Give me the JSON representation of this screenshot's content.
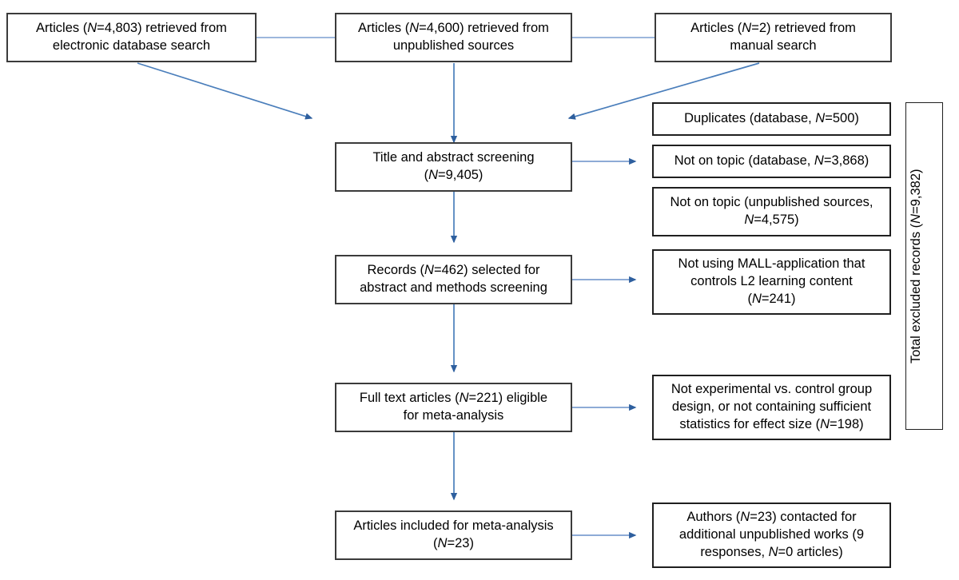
{
  "diagram": {
    "title": "PRISMA study selection flow diagram",
    "colors": {
      "box_border": "#3b3b3b",
      "side_box_border": "#1f1f1f",
      "connector": "#4a7ebb",
      "arrowhead": "#2e5f9e",
      "text": "#000000",
      "background": "#ffffff"
    },
    "nodes": {
      "source_database": {
        "line1_a": "Articles (",
        "line1_n": "N",
        "line1_b": "=4,803) retrieved from",
        "line2": "electronic database search"
      },
      "source_unpublished": {
        "line1_a": "Articles (",
        "line1_n": "N",
        "line1_b": "=4,600) retrieved from",
        "line2": "unpublished sources"
      },
      "source_manual": {
        "line1_a": "Articles (",
        "line1_n": "N",
        "line1_b": "=2) retrieved from",
        "line2": "manual search"
      },
      "screening_title_abstract": {
        "line1": "Title and abstract screening",
        "line2_a": "(",
        "line2_n": "N",
        "line2_b": "=9,405)"
      },
      "records_selected": {
        "line1_a": "Records (",
        "line1_n": "N",
        "line1_b": "=462) selected for",
        "line2": "abstract and methods screening"
      },
      "full_text_eligible": {
        "line1_a": "Full text articles (",
        "line1_n": "N",
        "line1_b": "=221) eligible",
        "line2": "for meta-analysis"
      },
      "included_final": {
        "line1": "Articles included for meta-analysis",
        "line2_a": "(",
        "line2_n": "N",
        "line2_b": "=23)"
      },
      "excl_duplicates": {
        "line1_a": "Duplicates (database, ",
        "line1_n": "N",
        "line1_b": "=500)"
      },
      "excl_not_on_topic_db": {
        "line1_a": "Not on topic (database, ",
        "line1_n": "N",
        "line1_b": "=3,868)"
      },
      "excl_not_on_topic_unpub": {
        "line1": "Not on topic (unpublished sources,",
        "line2_n": "N",
        "line2_b": "=4,575)"
      },
      "excl_not_mall": {
        "line1": "Not using MALL-application that",
        "line2": "controls L2 learning content",
        "line3_a": "(",
        "line3_n": "N",
        "line3_b": "=241)"
      },
      "excl_design_stats": {
        "line1": "Not experimental vs. control group",
        "line2": "design, or not containing sufficient",
        "line3_a": "statistics for effect size (",
        "line3_n": "N",
        "line3_b": "=198)"
      },
      "authors_contacted": {
        "line1_a": "Authors (",
        "line1_n": "N",
        "line1_b": "=23) contacted for",
        "line2": "additional unpublished works (9",
        "line3_a": "responses, ",
        "line3_n": "N",
        "line3_b": "=0 articles)"
      },
      "total_excluded": {
        "line1_a": "Total excluded records (",
        "line1_n": "N",
        "line1_b": "=9,382)"
      }
    },
    "flow_counts": {
      "database_search": 4803,
      "unpublished_sources": 4600,
      "manual_search": 2,
      "title_abstract_screened": 9405,
      "duplicates_database": 500,
      "not_on_topic_database": 3868,
      "not_on_topic_unpublished": 4575,
      "records_selected": 462,
      "not_using_mall": 241,
      "full_text_eligible": 221,
      "not_design_or_stats": 198,
      "included_final": 23,
      "authors_contacted": 23,
      "author_responses": 9,
      "articles_from_authors": 0,
      "total_excluded": 9382
    }
  }
}
